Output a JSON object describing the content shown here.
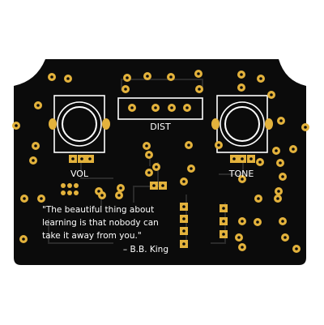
{
  "labels": {
    "dist": "DIST",
    "vol": "VOL",
    "tone": "TONE"
  },
  "quote": {
    "line1": "\"The beautiful thing about",
    "line2": "learning is that nobody can",
    "line3": "take it away from you.\"",
    "attribution": "– B.B. King"
  },
  "colors": {
    "board": "#0b0b0b",
    "copper": "#e3b23c",
    "drill": "#0b0b0b",
    "silkscreen": "#ffffff",
    "trace": "#2a2a2a"
  }
}
